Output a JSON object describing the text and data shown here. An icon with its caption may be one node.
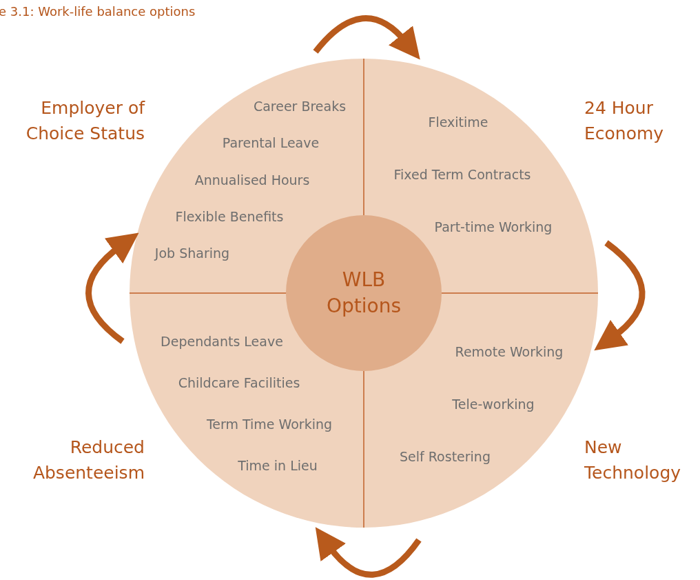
{
  "diagram": {
    "title": "e 3.1: Work-life balance options",
    "nodes": [
      {
        "text": [],
        "shape": "circle"
      },
      {
        "text": [
          "WLB Options"
        ],
        "in": 0
      },
      {
        "text": [
          "Employer of Choice Status"
        ]
      },
      {
        "text": [
          "24 Hour Economy"
        ]
      },
      {
        "text": [
          "New Technology"
        ]
      },
      {
        "text": [
          "Reduced Absenteeism"
        ]
      }
    ],
    "labels": [
      "Career Breaks",
      "Parental Leave",
      "Annualised Hours",
      "Flexible Benefits",
      "Job Sharing",
      "Flexitime",
      "Fixed Term Contracts",
      "Part-time Working",
      "Dependants Leave",
      "Childcare Facilities",
      "Term Time Working",
      "Time in Lieu",
      "Remote Working",
      "Tele-working",
      "Self Rostering"
    ]
  }
}
